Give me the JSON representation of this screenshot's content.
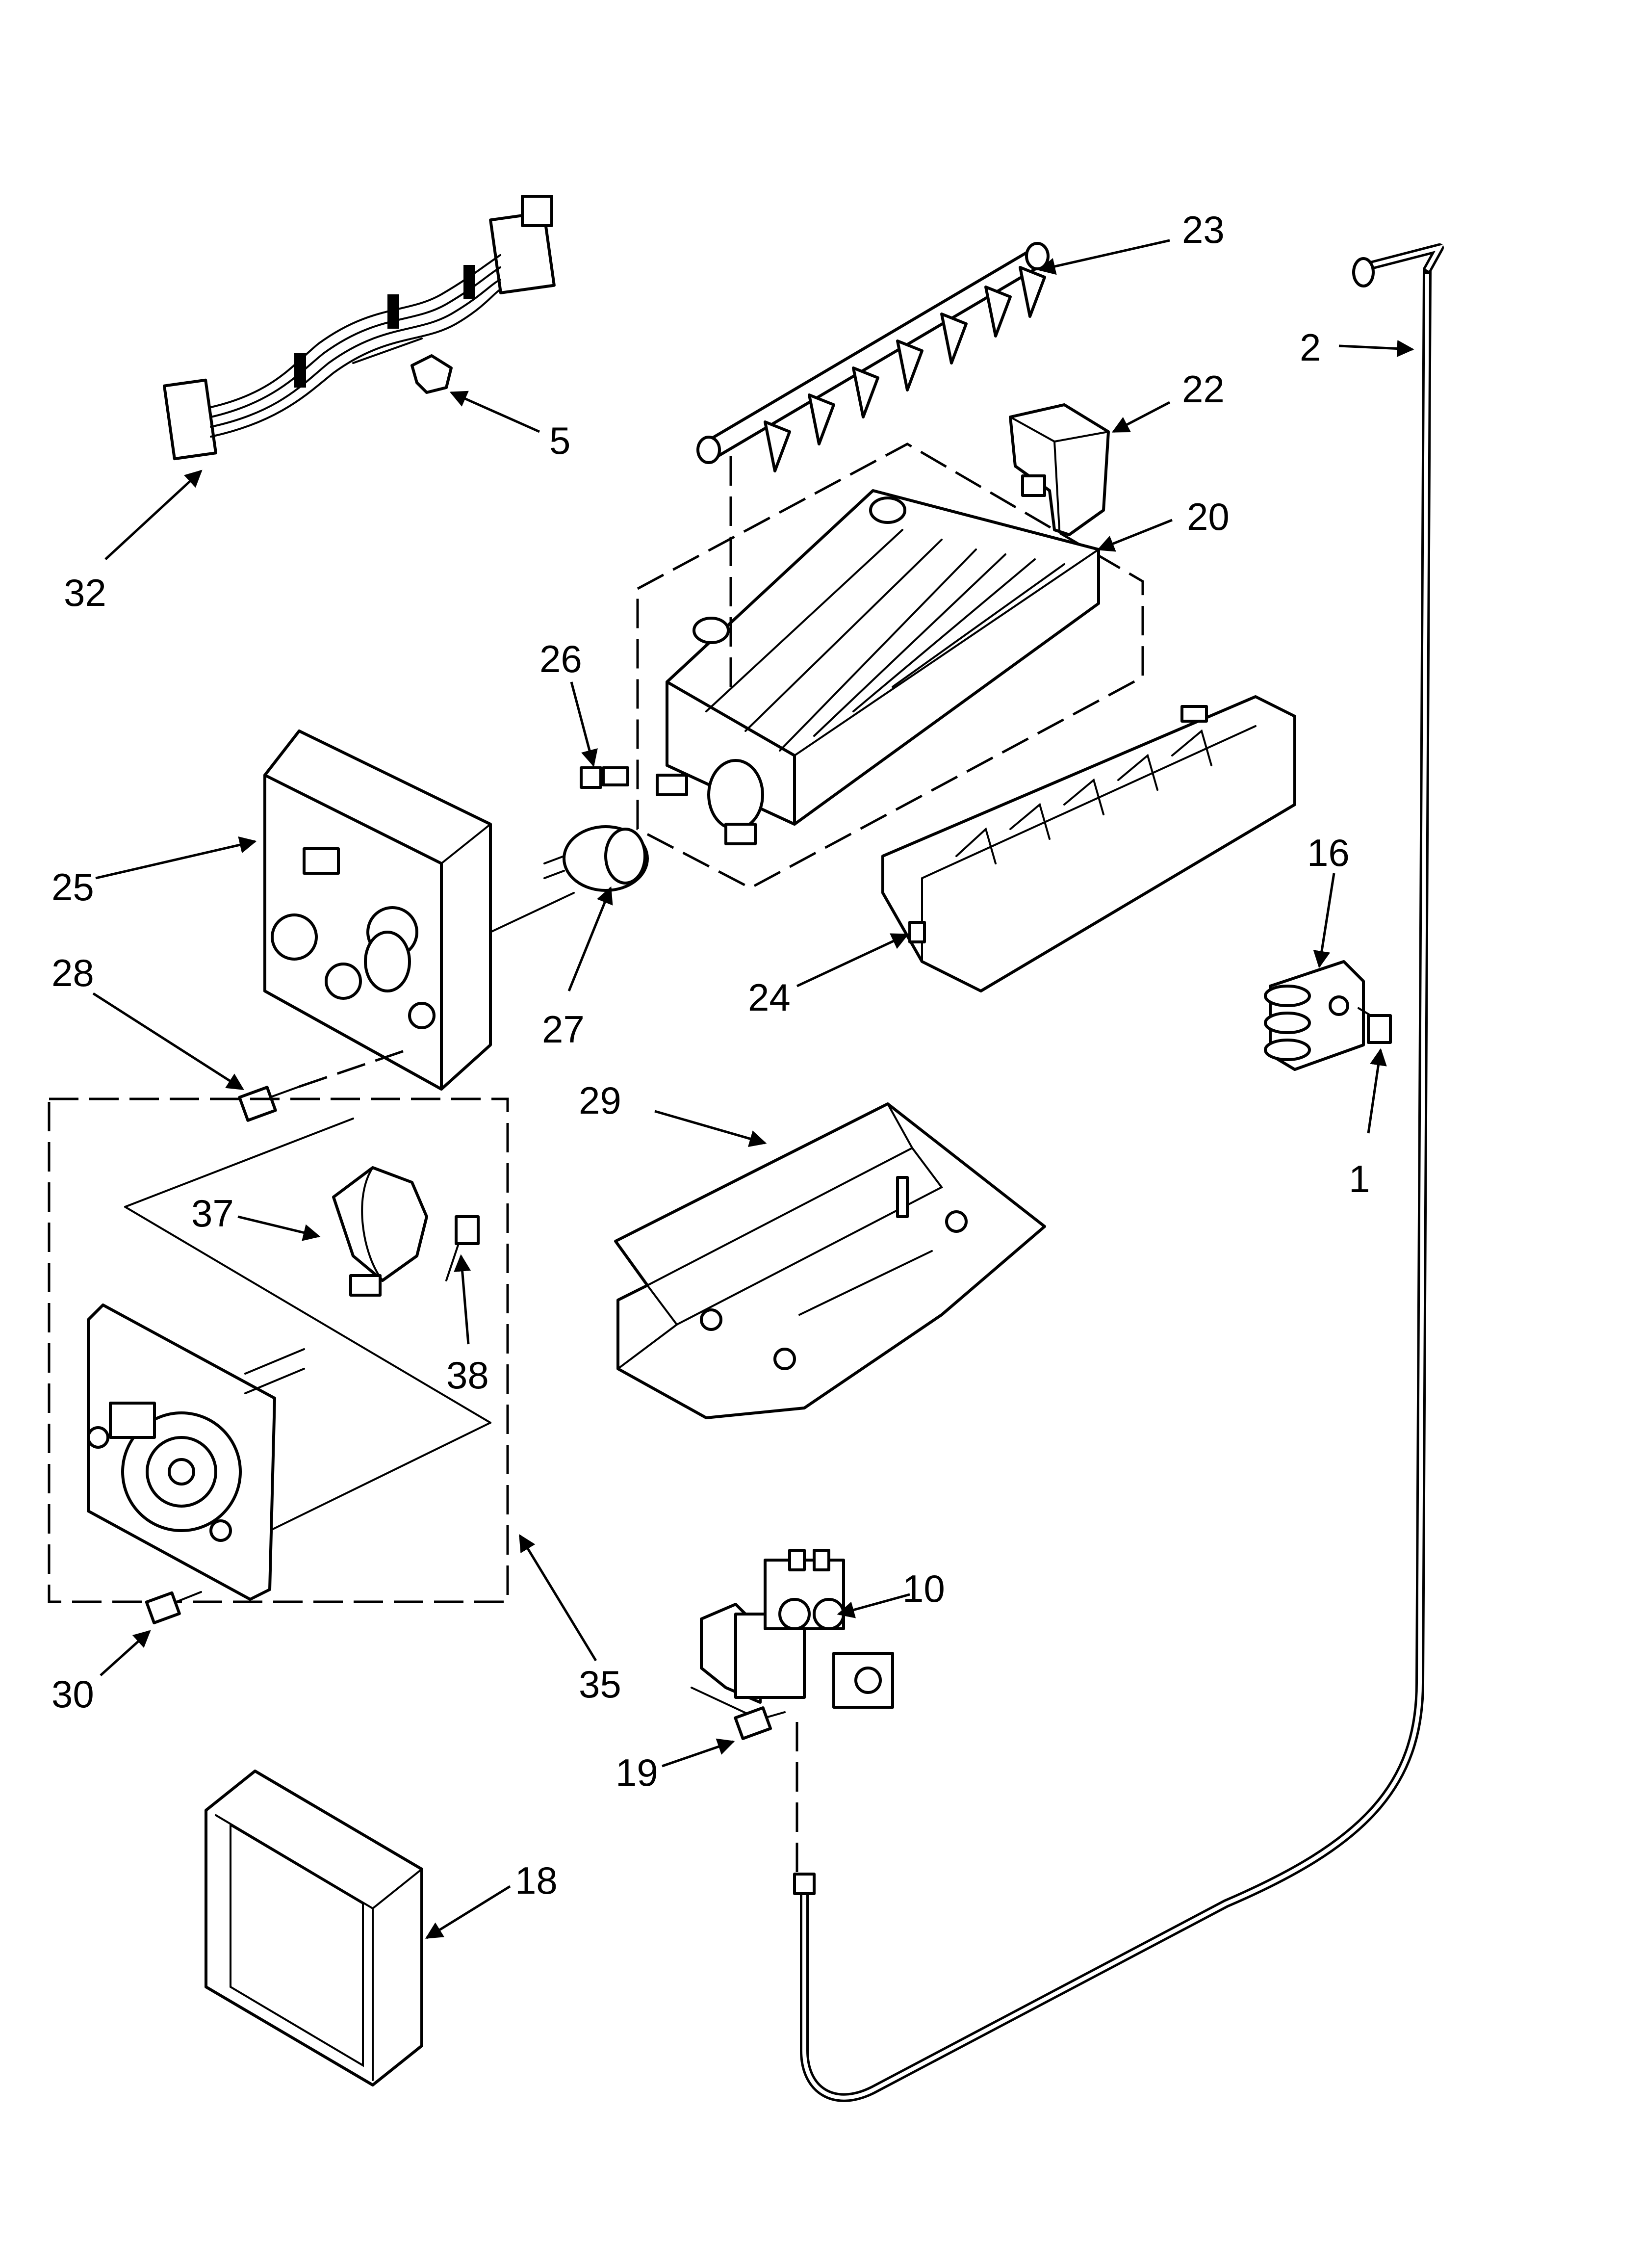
{
  "diagram": {
    "callouts": [
      {
        "id": "p23",
        "label": "23"
      },
      {
        "id": "p2",
        "label": "2"
      },
      {
        "id": "p22",
        "label": "22"
      },
      {
        "id": "p5",
        "label": "5"
      },
      {
        "id": "p32",
        "label": "32"
      },
      {
        "id": "p20",
        "label": "20"
      },
      {
        "id": "p26",
        "label": "26"
      },
      {
        "id": "p25",
        "label": "25"
      },
      {
        "id": "p16",
        "label": "16"
      },
      {
        "id": "p28",
        "label": "28"
      },
      {
        "id": "p27",
        "label": "27"
      },
      {
        "id": "p24",
        "label": "24"
      },
      {
        "id": "p29",
        "label": "29"
      },
      {
        "id": "p1",
        "label": "1"
      },
      {
        "id": "p37",
        "label": "37"
      },
      {
        "id": "p38",
        "label": "38"
      },
      {
        "id": "p10",
        "label": "10"
      },
      {
        "id": "p30",
        "label": "30"
      },
      {
        "id": "p35",
        "label": "35"
      },
      {
        "id": "p19",
        "label": "19"
      },
      {
        "id": "p18",
        "label": "18"
      }
    ]
  }
}
